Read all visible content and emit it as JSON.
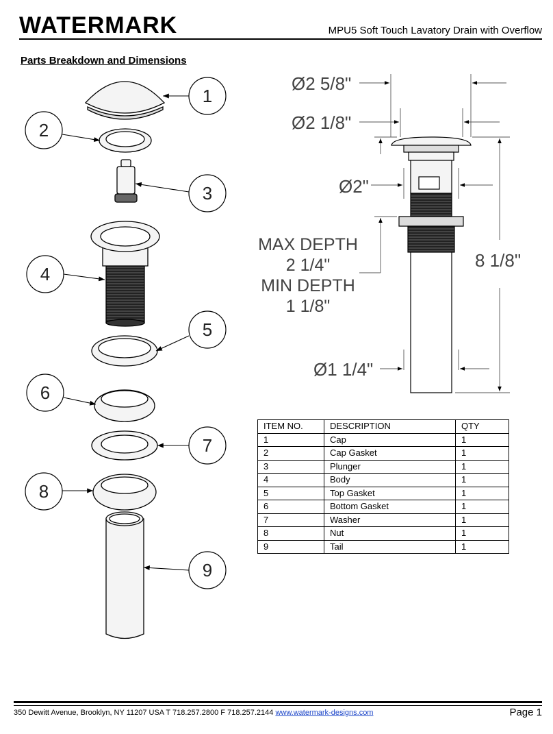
{
  "header": {
    "logo_text": "WATERMARK",
    "document_title": "MPU5 Soft Touch Lavatory Drain with Overflow"
  },
  "section_title": "Parts Breakdown and Dimensions",
  "exploded_view": {
    "callouts": [
      "1",
      "2",
      "3",
      "4",
      "5",
      "6",
      "7",
      "8",
      "9"
    ]
  },
  "dimensions": {
    "cap_diameter": "Ø2 5/8\"",
    "flange_diameter": "Ø2 1/8\"",
    "body_diameter": "Ø2\"",
    "tail_diameter": "Ø1 1/4\"",
    "overall_height": "8 1/8\"",
    "max_depth_label": "MAX DEPTH",
    "max_depth_value": "2 1/4\"",
    "min_depth_label": "MIN DEPTH",
    "min_depth_value": "1 1/8\""
  },
  "parts_table": {
    "headers": [
      "ITEM NO.",
      "DESCRIPTION",
      "QTY"
    ],
    "rows": [
      [
        "1",
        "Cap",
        "1"
      ],
      [
        "2",
        "Cap Gasket",
        "1"
      ],
      [
        "3",
        "Plunger",
        "1"
      ],
      [
        "4",
        "Body",
        "1"
      ],
      [
        "5",
        "Top Gasket",
        "1"
      ],
      [
        "6",
        "Bottom Gasket",
        "1"
      ],
      [
        "7",
        "Washer",
        "1"
      ],
      [
        "8",
        "Nut",
        "1"
      ],
      [
        "9",
        "Tail",
        "1"
      ]
    ]
  },
  "footer": {
    "address": "350 Dewitt Avenue, Brooklyn, NY  11207 USA T 718.257.2800 F 718.257.2144",
    "website": "www.watermark-designs.com",
    "page": "Page 1"
  },
  "colors": {
    "link": "#1a44c8",
    "line": "#000000",
    "dim_text": "#444444"
  }
}
